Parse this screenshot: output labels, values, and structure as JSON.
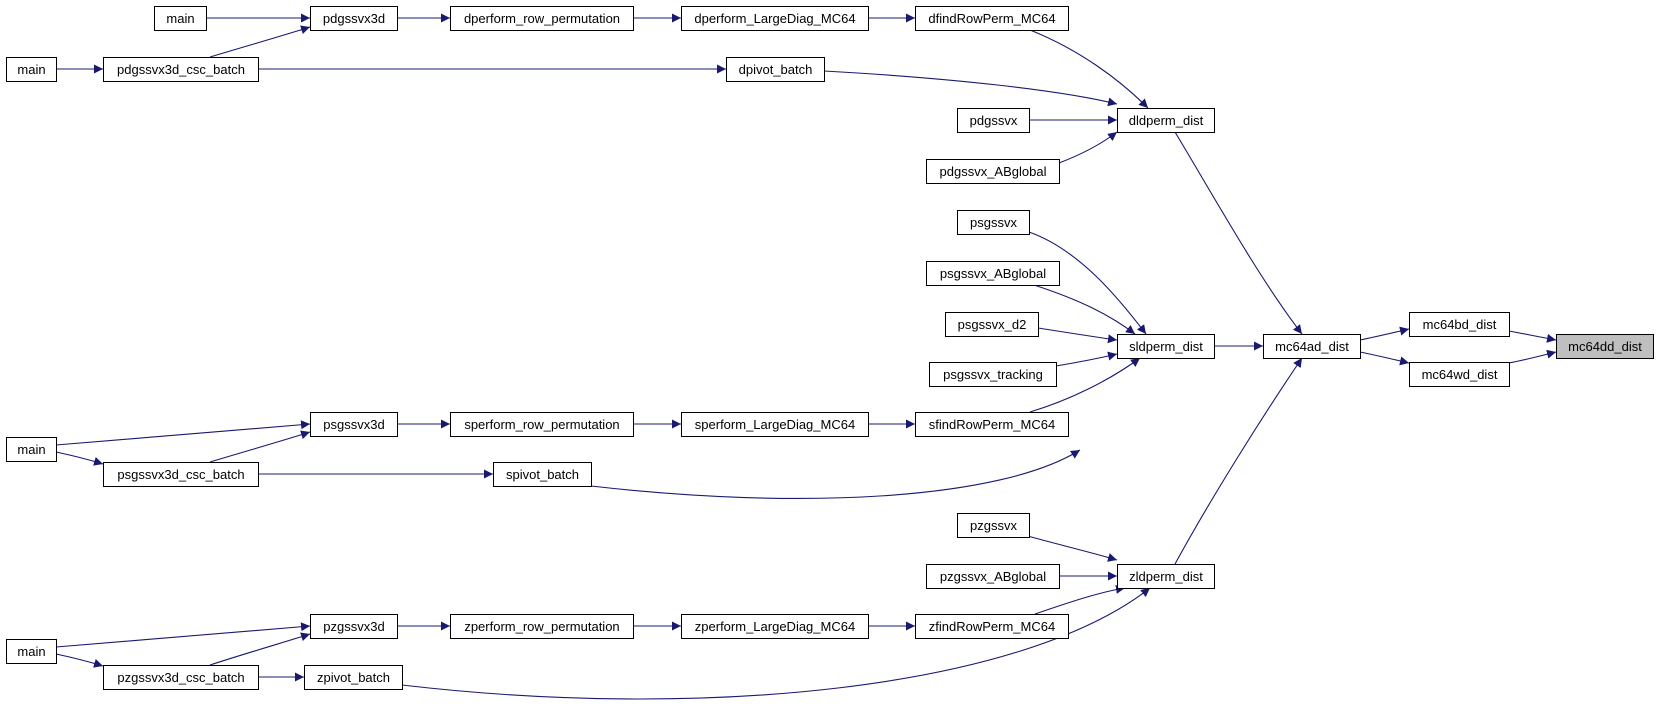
{
  "diagram": {
    "nodes": [
      {
        "id": "main_1",
        "label": "main"
      },
      {
        "id": "pdgssvx3d",
        "label": "pdgssvx3d"
      },
      {
        "id": "dperform_row_permutation",
        "label": "dperform_row_permutation"
      },
      {
        "id": "dperform_LargeDiag_MC64",
        "label": "dperform_LargeDiag_MC64"
      },
      {
        "id": "dfindRowPerm_MC64",
        "label": "dfindRowPerm_MC64"
      },
      {
        "id": "main_2",
        "label": "main"
      },
      {
        "id": "pdgssvx3d_csc_batch",
        "label": "pdgssvx3d_csc_batch"
      },
      {
        "id": "dpivot_batch",
        "label": "dpivot_batch"
      },
      {
        "id": "pdgssvx",
        "label": "pdgssvx"
      },
      {
        "id": "dldperm_dist",
        "label": "dldperm_dist"
      },
      {
        "id": "pdgssvx_ABglobal",
        "label": "pdgssvx_ABglobal"
      },
      {
        "id": "psgssvx",
        "label": "psgssvx"
      },
      {
        "id": "psgssvx_ABglobal",
        "label": "psgssvx_ABglobal"
      },
      {
        "id": "psgssvx_d2",
        "label": "psgssvx_d2"
      },
      {
        "id": "sldperm_dist",
        "label": "sldperm_dist"
      },
      {
        "id": "psgssvx_tracking",
        "label": "psgssvx_tracking"
      },
      {
        "id": "mc64ad_dist",
        "label": "mc64ad_dist"
      },
      {
        "id": "mc64bd_dist",
        "label": "mc64bd_dist"
      },
      {
        "id": "mc64wd_dist",
        "label": "mc64wd_dist"
      },
      {
        "id": "mc64dd_dist",
        "label": "mc64dd_dist",
        "highlight": true
      },
      {
        "id": "main_3",
        "label": "main"
      },
      {
        "id": "psgssvx3d",
        "label": "psgssvx3d"
      },
      {
        "id": "sperform_row_permutation",
        "label": "sperform_row_permutation"
      },
      {
        "id": "sperform_LargeDiag_MC64",
        "label": "sperform_LargeDiag_MC64"
      },
      {
        "id": "sfindRowPerm_MC64",
        "label": "sfindRowPerm_MC64"
      },
      {
        "id": "psgssvx3d_csc_batch",
        "label": "psgssvx3d_csc_batch"
      },
      {
        "id": "spivot_batch",
        "label": "spivot_batch"
      },
      {
        "id": "pzgssvx",
        "label": "pzgssvx"
      },
      {
        "id": "pzgssvx_ABglobal",
        "label": "pzgssvx_ABglobal"
      },
      {
        "id": "zldperm_dist",
        "label": "zldperm_dist"
      },
      {
        "id": "main_4",
        "label": "main"
      },
      {
        "id": "pzgssvx3d",
        "label": "pzgssvx3d"
      },
      {
        "id": "zperform_row_permutation",
        "label": "zperform_row_permutation"
      },
      {
        "id": "zperform_LargeDiag_MC64",
        "label": "zperform_LargeDiag_MC64"
      },
      {
        "id": "zfindRowPerm_MC64",
        "label": "zfindRowPerm_MC64"
      },
      {
        "id": "pzgssvx3d_csc_batch",
        "label": "pzgssvx3d_csc_batch"
      },
      {
        "id": "zpivot_batch",
        "label": "zpivot_batch"
      }
    ],
    "edges": [
      {
        "from": "main_1",
        "to": "pdgssvx3d"
      },
      {
        "from": "pdgssvx3d",
        "to": "dperform_row_permutation"
      },
      {
        "from": "dperform_row_permutation",
        "to": "dperform_LargeDiag_MC64"
      },
      {
        "from": "dperform_LargeDiag_MC64",
        "to": "dfindRowPerm_MC64"
      },
      {
        "from": "dfindRowPerm_MC64",
        "to": "dldperm_dist"
      },
      {
        "from": "main_2",
        "to": "pdgssvx3d_csc_batch"
      },
      {
        "from": "pdgssvx3d_csc_batch",
        "to": "pdgssvx3d"
      },
      {
        "from": "pdgssvx3d_csc_batch",
        "to": "dpivot_batch"
      },
      {
        "from": "dpivot_batch",
        "to": "dldperm_dist"
      },
      {
        "from": "pdgssvx",
        "to": "dldperm_dist"
      },
      {
        "from": "pdgssvx_ABglobal",
        "to": "dldperm_dist"
      },
      {
        "from": "dldperm_dist",
        "to": "mc64ad_dist"
      },
      {
        "from": "psgssvx",
        "to": "sldperm_dist"
      },
      {
        "from": "psgssvx_ABglobal",
        "to": "sldperm_dist"
      },
      {
        "from": "psgssvx_d2",
        "to": "sldperm_dist"
      },
      {
        "from": "psgssvx_tracking",
        "to": "sldperm_dist"
      },
      {
        "from": "sfindRowPerm_MC64",
        "to": "sldperm_dist"
      },
      {
        "from": "spivot_batch",
        "to": "sldperm_dist"
      },
      {
        "from": "sldperm_dist",
        "to": "mc64ad_dist"
      },
      {
        "from": "mc64ad_dist",
        "to": "mc64bd_dist"
      },
      {
        "from": "mc64ad_dist",
        "to": "mc64wd_dist"
      },
      {
        "from": "mc64bd_dist",
        "to": "mc64dd_dist"
      },
      {
        "from": "mc64wd_dist",
        "to": "mc64dd_dist"
      },
      {
        "from": "main_3",
        "to": "psgssvx3d"
      },
      {
        "from": "main_3",
        "to": "psgssvx3d_csc_batch"
      },
      {
        "from": "psgssvx3d_csc_batch",
        "to": "psgssvx3d"
      },
      {
        "from": "psgssvx3d",
        "to": "sperform_row_permutation"
      },
      {
        "from": "sperform_row_permutation",
        "to": "sperform_LargeDiag_MC64"
      },
      {
        "from": "sperform_LargeDiag_MC64",
        "to": "sfindRowPerm_MC64"
      },
      {
        "from": "psgssvx3d_csc_batch",
        "to": "spivot_batch"
      },
      {
        "from": "pzgssvx",
        "to": "zldperm_dist"
      },
      {
        "from": "pzgssvx_ABglobal",
        "to": "zldperm_dist"
      },
      {
        "from": "zfindRowPerm_MC64",
        "to": "zldperm_dist"
      },
      {
        "from": "zpivot_batch",
        "to": "zldperm_dist"
      },
      {
        "from": "zldperm_dist",
        "to": "mc64ad_dist"
      },
      {
        "from": "main_4",
        "to": "pzgssvx3d"
      },
      {
        "from": "main_4",
        "to": "pzgssvx3d_csc_batch"
      },
      {
        "from": "pzgssvx3d_csc_batch",
        "to": "pzgssvx3d"
      },
      {
        "from": "pzgssvx3d",
        "to": "zperform_row_permutation"
      },
      {
        "from": "zperform_row_permutation",
        "to": "zperform_LargeDiag_MC64"
      },
      {
        "from": "zperform_LargeDiag_MC64",
        "to": "zfindRowPerm_MC64"
      },
      {
        "from": "pzgssvx3d_csc_batch",
        "to": "zpivot_batch"
      }
    ],
    "colors": {
      "edge": "#191970",
      "highlight_fill": "#bfbfbf",
      "node_fill": "#ffffff",
      "node_border": "#000000"
    }
  }
}
